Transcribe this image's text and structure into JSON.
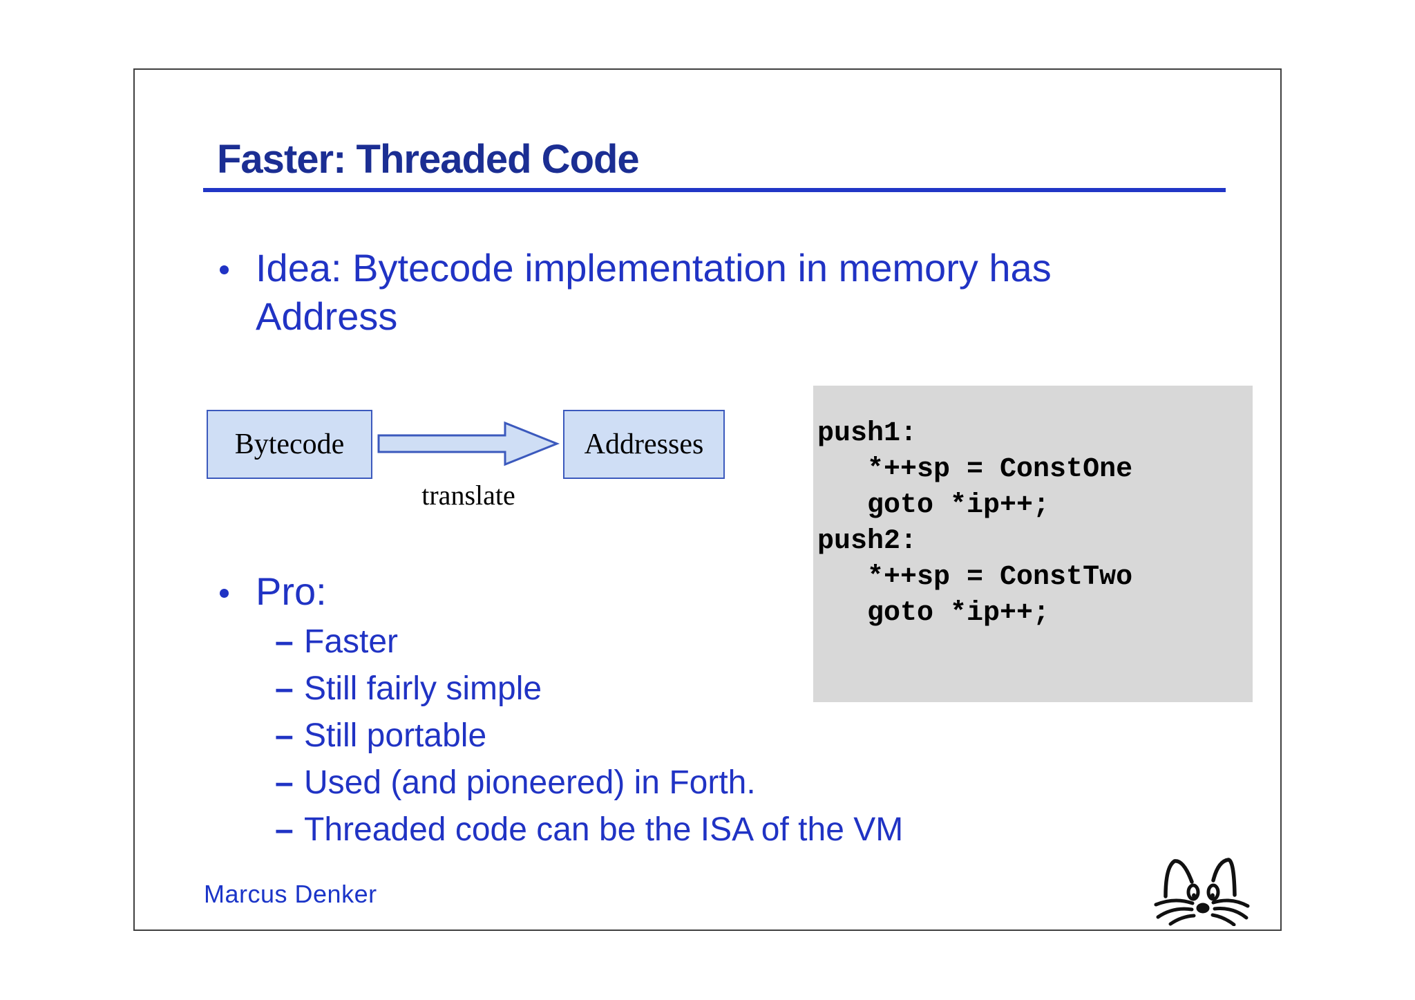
{
  "slide": {
    "title": "Faster: Threaded Code",
    "idea_bullet": {
      "line1": "Idea: Bytecode implementation in memory has",
      "line2": "Address"
    },
    "diagram": {
      "box1_label": "Bytecode",
      "box2_label": "Addresses",
      "arrow_label": "translate"
    },
    "code": {
      "lines": [
        "push1:",
        "   *++sp = ConstOne",
        "   goto *ip++;",
        "push2:",
        "   *++sp = ConstTwo",
        "   goto *ip++;"
      ]
    },
    "pro": {
      "heading": "Pro:",
      "dash": "–",
      "items": [
        "Faster",
        "Still fairly simple",
        "Still portable",
        "Used (and pioneered) in Forth.",
        "Threaded code can be the ISA of the VM"
      ]
    },
    "footer": "Marcus Denker",
    "colors": {
      "title_blue": "#1b2e93",
      "rule_blue": "#2136c6",
      "body_blue": "#2033c4",
      "box_fill": "#cfdef5",
      "box_border": "#3b59bd",
      "code_background": "#d8d8d8",
      "slide_border": "#3f3f3f"
    }
  }
}
